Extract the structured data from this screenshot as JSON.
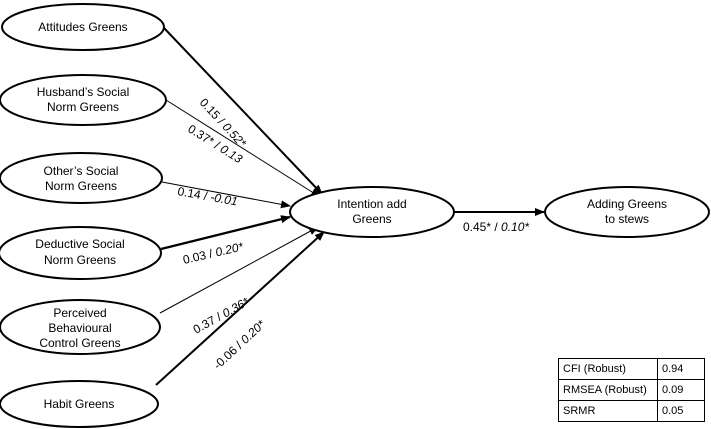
{
  "nodes": {
    "attitudes": [
      "Attitudes Greens"
    ],
    "husband": [
      "Husband’s Social",
      "Norm Greens"
    ],
    "others": [
      "Other’s Social",
      "Norm Greens"
    ],
    "deductive": [
      "Deductive Social",
      "Norm Greens"
    ],
    "pbc": [
      "Perceived",
      "Behavioural",
      "Control Greens"
    ],
    "habit": [
      "Habit Greens"
    ],
    "intention": [
      "Intention add",
      "Greens"
    ],
    "adding": [
      "Adding Greens",
      "to stews"
    ]
  },
  "edges": {
    "attitudes": {
      "a": "0.15",
      "sep": " / ",
      "b": "0.52*"
    },
    "husband": {
      "a": "0.37*",
      "sep": " / ",
      "b": "0.13"
    },
    "others": {
      "a": "0.14",
      "sep": " / ",
      "b": "-0.01"
    },
    "deductive": {
      "a": "0.03",
      "sep": " / ",
      "b": "0.20*"
    },
    "pbc": {
      "a": "0.37",
      "sep": " / ",
      "b": "0.36*"
    },
    "habit": {
      "a": "-0.06",
      "sep": " / ",
      "b": "0.20*"
    },
    "intention": {
      "a": "0.45*",
      "sep": " / ",
      "b": "0.10*"
    }
  },
  "fit": [
    {
      "label": "CFI (Robust)",
      "value": "0.94"
    },
    {
      "label": "RMSEA (Robust)",
      "value": "0.09"
    },
    {
      "label": "SRMR",
      "value": "0.05"
    }
  ]
}
